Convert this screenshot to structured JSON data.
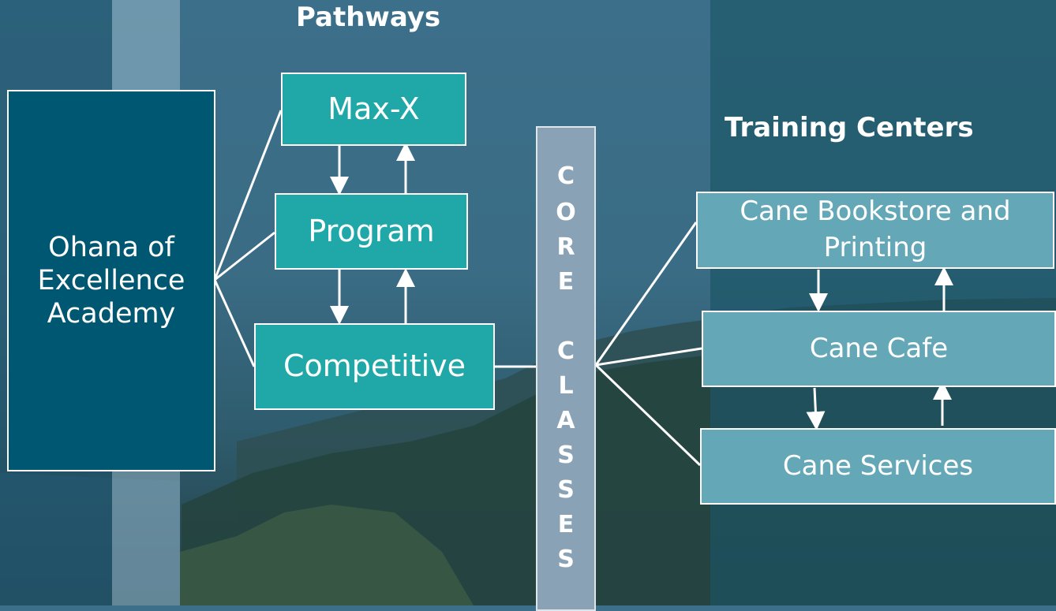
{
  "headings": {
    "pathways": "Pathways",
    "training_centers": "Training Centers"
  },
  "academy": {
    "label": "Ohana of Excellence Academy"
  },
  "pathway_boxes": [
    {
      "label": "Max-X"
    },
    {
      "label": "Program"
    },
    {
      "label": "Competitive"
    }
  ],
  "core": {
    "letters": [
      "C",
      "O",
      "R",
      "E",
      "C",
      "L",
      "A",
      "S",
      "S",
      "E",
      "S"
    ]
  },
  "training_boxes": [
    {
      "label": "Cane Bookstore and Printing"
    },
    {
      "label": "Cane Cafe"
    },
    {
      "label": "Cane Services"
    }
  ],
  "colors": {
    "teal_box": "#20a8a8",
    "navy_box": "#005771",
    "light_box": "#64a8b8",
    "core_bar": "#89a2b5",
    "text": "#ffffff"
  }
}
